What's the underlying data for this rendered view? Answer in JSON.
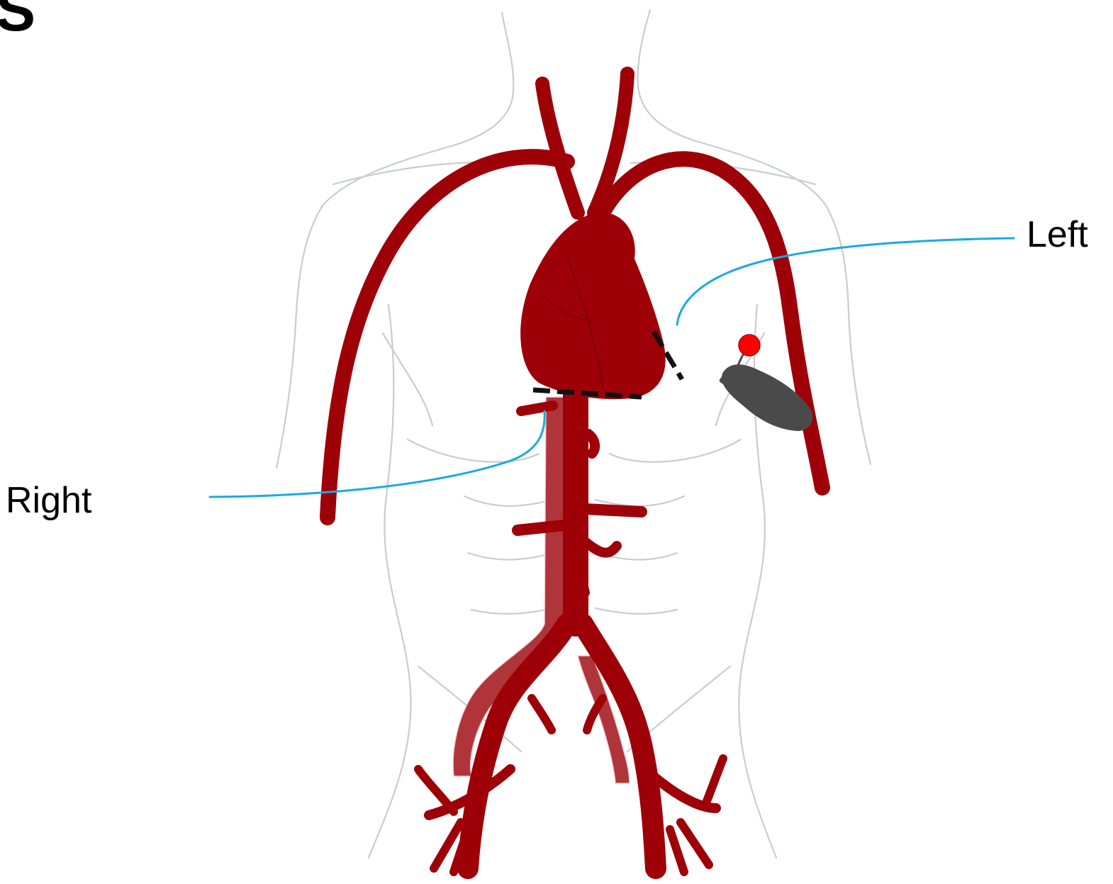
{
  "panel_letter": "S",
  "labels": {
    "left": "Left",
    "right": "Right"
  },
  "colors": {
    "artery": "#9e0008",
    "artery_dark": "#7a0006",
    "vena": "#b0353b",
    "body_outline": "#c9ccd2",
    "callout_line": "#1ba9e1",
    "dashed_marker": "#111111",
    "device": "#4a4a4a",
    "device_tip": "#ff0000"
  },
  "icons": {
    "device": "implantable-device-icon",
    "device_tip": "red-marker-icon"
  }
}
